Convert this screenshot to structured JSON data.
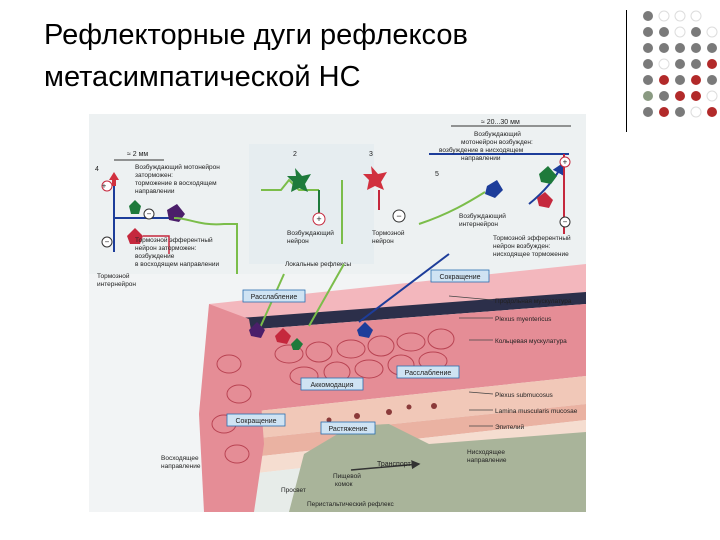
{
  "slide": {
    "title_line1": "Рефлекторные дуги рефлексов",
    "title_line2": "метасимпатической НС"
  },
  "decoration": {
    "dot_grid_colors": [
      "#7a7a7a",
      "#ffffff",
      "#b22a2a",
      "#8a9a82"
    ]
  },
  "figure": {
    "top_left": {
      "scale": "≈ 2 мм",
      "number": "4",
      "excitatory_motoneuron": [
        "Возбуждающий мотонейрон",
        "заторможен:",
        "торможение в восходящем",
        "направлении"
      ],
      "inhibitory_efferent": [
        "Тормозной эфферентный",
        "нейрон заторможен:",
        "возбуждение",
        "в восходящем направлении"
      ],
      "inhibitory_interneuron": [
        "Тормозной",
        "интернейрон"
      ]
    },
    "top_middle": {
      "number_2": "2",
      "number_3": "3",
      "excitatory_neuron": [
        "Возбуждающий",
        "нейрон"
      ],
      "inhibitory_neuron": [
        "Тормозной",
        "нейрон"
      ],
      "local_reflexes": "Локальные рефлексы"
    },
    "top_right": {
      "scale": "≈ 20...30 мм",
      "number": "5",
      "excitatory_motoneuron": [
        "Возбуждающий",
        "мотонейрон возбужден:",
        "возбуждение в нисходящем",
        "направлении"
      ],
      "excitatory_interneuron": [
        "Возбуждающий",
        "интернейрон"
      ],
      "inhibitory_efferent": [
        "Тормозной эфферентный",
        "нейрон возбужден:",
        "нисходящее торможение"
      ]
    },
    "boxes": {
      "relaxation_top": "Расслабление",
      "contraction_top": "Сокращение",
      "accommodation": "Аккомодация",
      "relaxation_bottom": "Расслабление",
      "contraction_bottom": "Сокращение",
      "stretching": "Растяжение",
      "transport": "Транспорт"
    },
    "layers": {
      "longitudinal": "Продольная мускулатура",
      "myenteric": "Plexus myentericus",
      "circular": "Кольцевая мускулатура",
      "submucous": "Plexus submucosus",
      "lamina": "Lamina muscularis mucosae",
      "epithelium": "Эпителий"
    },
    "bottom": {
      "ascending": [
        "Восходящее",
        "направление"
      ],
      "descending": [
        "Нисходящее",
        "направление"
      ],
      "bolus": [
        "Пищевой",
        "комок"
      ],
      "lumen": "Просвет",
      "peristaltic": "Перистальтический рефлекс"
    },
    "signs": {
      "plus": "+",
      "minus": "−"
    }
  }
}
